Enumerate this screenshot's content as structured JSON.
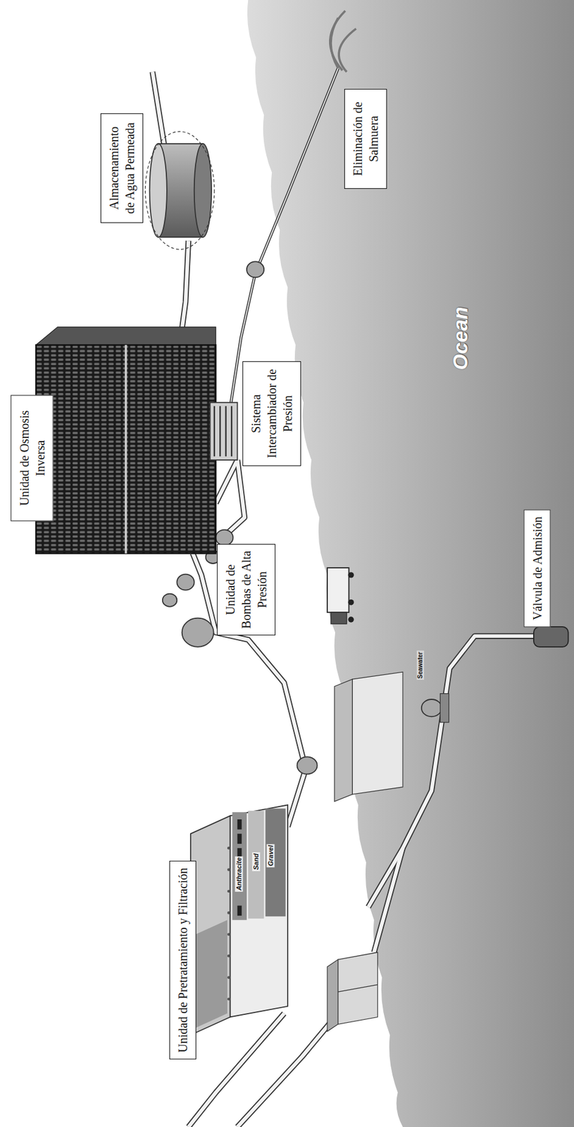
{
  "diagram": {
    "nodes": [
      {
        "text": [
          "Unidad de Pretratamiento y Filtración"
        ]
      },
      {
        "text": [
          "Unidad de Bombas de Alta Presión"
        ]
      },
      {
        "text": [
          "Unidad de Osmosis Inversa"
        ]
      },
      {
        "text": [
          "Sistema Intercambiador de Presión"
        ]
      },
      {
        "text": [
          "Almacenamiento de Agua Permeada"
        ]
      },
      {
        "text": [
          "Eliminación de Salmuera"
        ]
      },
      {
        "text": [
          "Válvula de Admisión"
        ]
      }
    ],
    "labels": [
      "Ocean",
      "Anthracite",
      "Sand",
      "Gravel",
      "Seawater"
    ]
  }
}
